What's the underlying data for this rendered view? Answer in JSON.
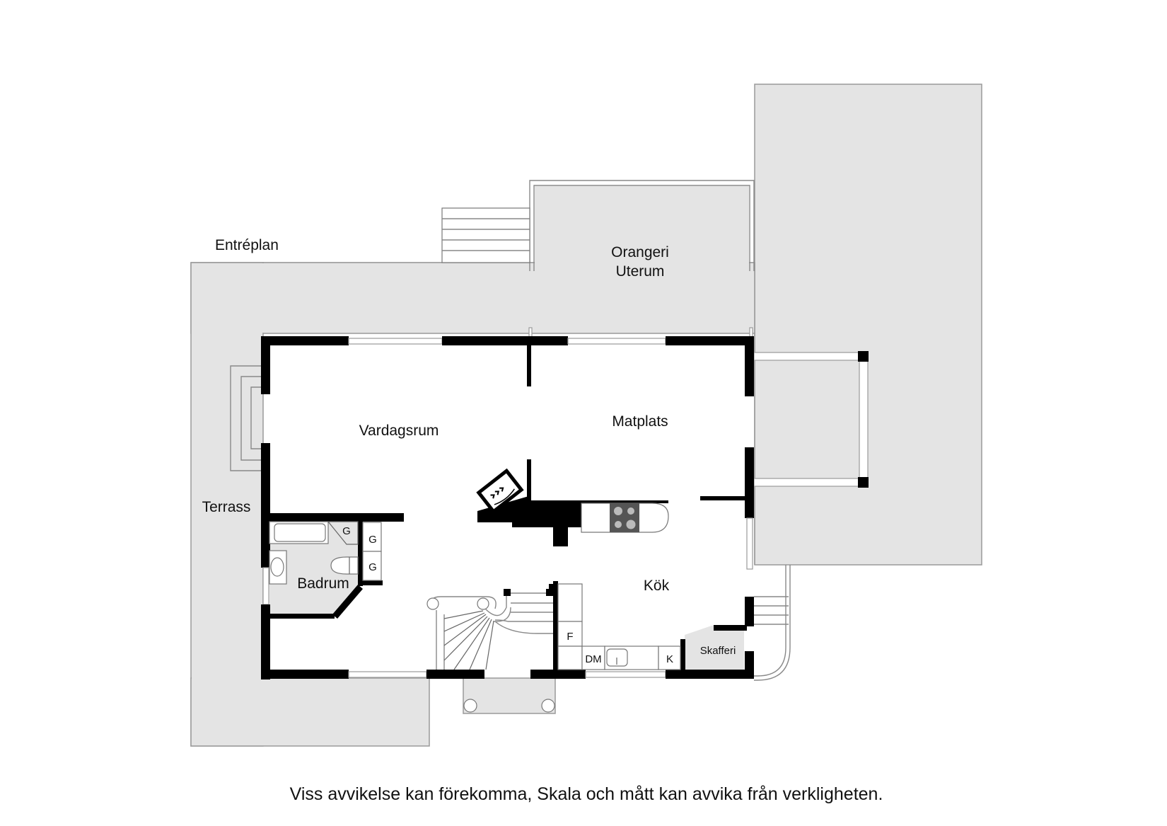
{
  "plan": {
    "title": "Entréplan",
    "rooms": {
      "vardagsrum": "Vardagsrum",
      "matplats": "Matplats",
      "kok": "Kök",
      "badrum": "Badrum",
      "skafferi": "Skafferi",
      "terrass": "Terrass",
      "orangeri_line1": "Orangeri",
      "orangeri_line2": "Uterum"
    },
    "fixtures": {
      "bath_g1": "G",
      "closet_g2": "G",
      "closet_g3": "G",
      "fridge": "F",
      "dishwasher": "DM",
      "freezer": "K"
    },
    "colors": {
      "deck": "#e4e4e4",
      "wall": "#000000",
      "outline": "#9a9a9a"
    }
  },
  "disclaimer": "Viss avvikelse kan förekomma, Skala och mått kan avvika från verkligheten."
}
